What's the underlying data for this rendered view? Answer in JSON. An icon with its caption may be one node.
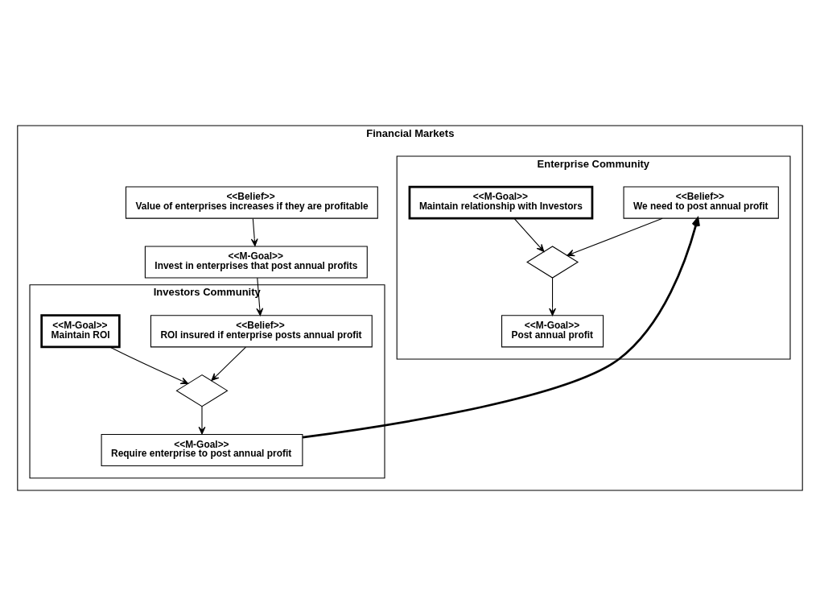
{
  "diagram": {
    "nodes": [
      {
        "text": [
          "Financial Markets"
        ]
      },
      {
        "text": [
          "<<Belief>>",
          "Value of enterprises increases if they are profitable"
        ],
        "in": 0
      },
      {
        "text": [
          "<<M-Goal>>",
          "Invest in enterprises that post annual profits"
        ],
        "in": 0
      },
      {
        "text": [
          "Investors Community"
        ],
        "in": 0
      },
      {
        "text": [
          "<<Belief>>",
          "ROI insured if enterprise posts annual profit"
        ],
        "in": 3
      },
      {
        "text": [
          "<<M-Goal>>",
          "Maintain ROI"
        ],
        "in": 3
      },
      {
        "text": [],
        "shape": "diamond",
        "in": 3
      },
      {
        "text": [
          "<<M-Goal>>",
          "Require enterprise to post annual profit"
        ],
        "in": 3
      },
      {
        "text": [
          "Enterprise Community"
        ],
        "in": 0
      },
      {
        "text": [
          "<<Belief>>",
          "We need to post annual profit"
        ],
        "in": 8
      },
      {
        "text": [
          "<<M-Goal>>",
          "Maintain relationship with Investors"
        ],
        "in": 8
      },
      {
        "text": [],
        "shape": "diamond",
        "in": 8
      },
      {
        "text": [
          "<<M-Goal>>",
          "Post annual profit"
        ],
        "in": 8
      }
    ],
    "edges": [
      {
        "from": 1,
        "to": 2,
        "arrow": "to"
      },
      {
        "from": 2,
        "to": 4,
        "arrow": "to"
      },
      {
        "from": 4,
        "to": 6,
        "arrow": "to"
      },
      {
        "from": 5,
        "to": 6,
        "arrow": "to"
      },
      {
        "from": 6,
        "to": 7,
        "arrow": "to"
      },
      {
        "from": 7,
        "to": 9,
        "arrow": "to",
        "style": "thick"
      },
      {
        "from": 9,
        "to": 11,
        "arrow": "to"
      },
      {
        "from": 10,
        "to": 11,
        "arrow": "to"
      },
      {
        "from": 11,
        "to": 12,
        "arrow": "to"
      }
    ]
  }
}
